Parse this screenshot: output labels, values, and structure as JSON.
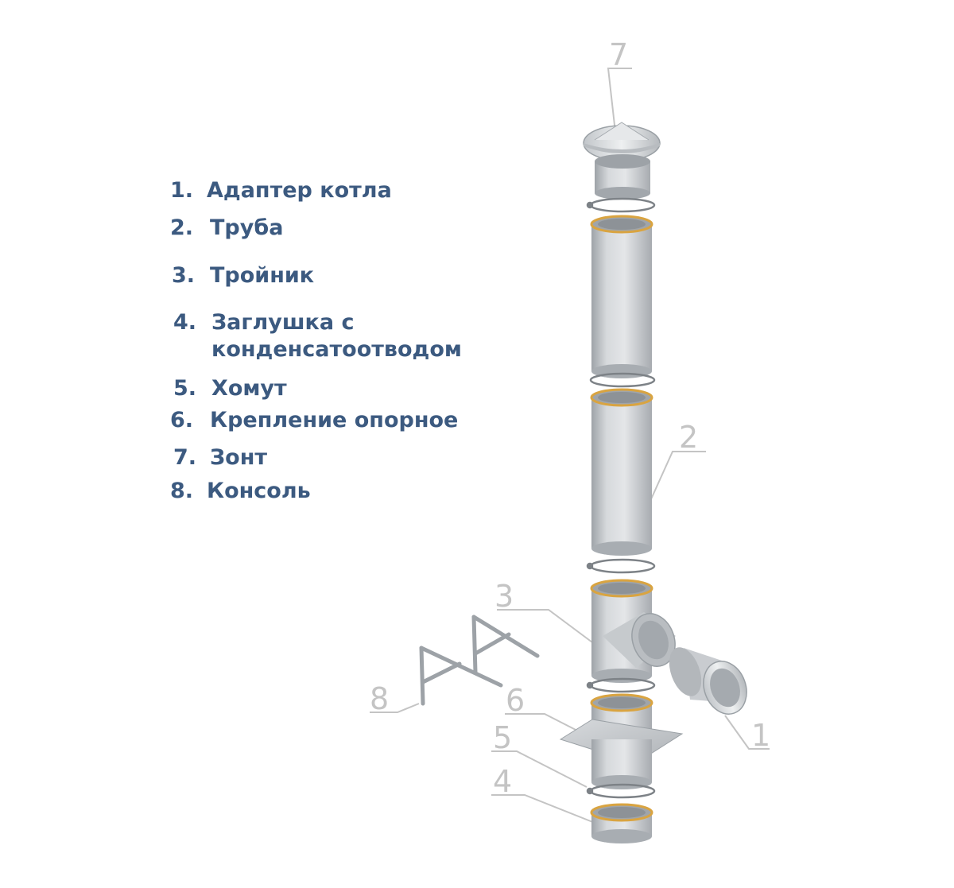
{
  "legend": [
    {
      "num": "1.",
      "text": "Адаптер котла"
    },
    {
      "num": "2.",
      "text": "Труба"
    },
    {
      "num": "3.",
      "text": "Тройник"
    },
    {
      "num": "4.",
      "text": "Заглушка с",
      "text2": "конденсатоотводом"
    },
    {
      "num": "5.",
      "text": "Хомут"
    },
    {
      "num": "6.",
      "text": "Крепление опорное"
    },
    {
      "num": "7.",
      "text": "Зонт"
    },
    {
      "num": "8.",
      "text": "Консоль"
    }
  ],
  "callouts": [
    "7",
    "2",
    "3",
    "8",
    "6",
    "5",
    "4",
    "1"
  ],
  "colors": {
    "legend_text": "#3c5a80",
    "metal": "#c9ccd0",
    "gasket": "#d9a441",
    "callout": "#c4c4c4"
  }
}
